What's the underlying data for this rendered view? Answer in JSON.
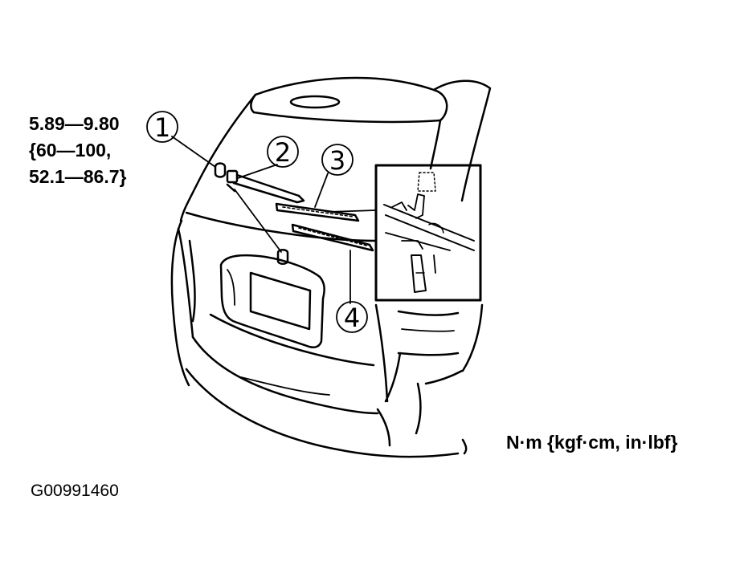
{
  "torque_spec": {
    "line1": "5.89—9.80",
    "line2": "{60—100,",
    "line3": "52.1—86.7}"
  },
  "callouts": [
    "1",
    "2",
    "3",
    "4"
  ],
  "unit_label": "N·m {kgf·cm, in·lbf}",
  "figure_id": "G00991460"
}
